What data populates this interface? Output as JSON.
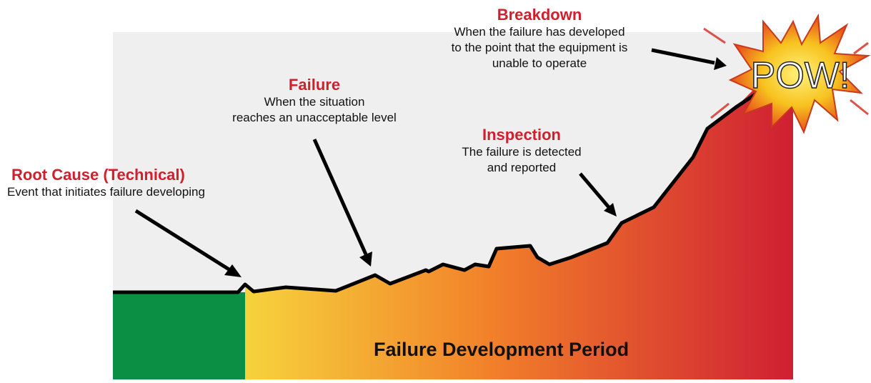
{
  "stages": {
    "root_cause": {
      "title": "Root Cause (Technical)",
      "desc": "Event that initiates failure developing"
    },
    "failure": {
      "title": "Failure",
      "desc_1": "When the situation",
      "desc_2": "reaches an unacceptable level"
    },
    "inspection": {
      "title": "Inspection",
      "desc_1": "The failure is detected",
      "desc_2": "and reported"
    },
    "breakdown": {
      "title": "Breakdown",
      "desc_1": "When the failure has developed",
      "desc_2": "to the point that the equipment is",
      "desc_3": "unable to operate"
    }
  },
  "burst_text": "POW!",
  "period_label": "Failure Development Period",
  "colors": {
    "heading": "#d0202e",
    "green": "#0a8f45",
    "gradient_start": "#f6d33c",
    "gradient_mid": "#f2802a",
    "gradient_end": "#cf1f33",
    "background_panel": "#efefef"
  }
}
